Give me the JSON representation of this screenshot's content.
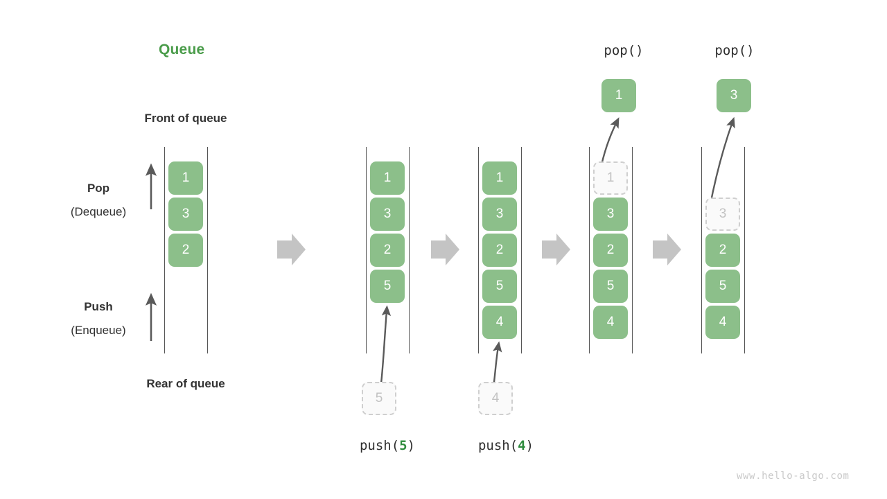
{
  "title": "Queue",
  "annotations": {
    "front": "Front of queue",
    "rear": "Rear of queue",
    "pop_label": "Pop",
    "pop_sub": "(Dequeue)",
    "push_label": "Push",
    "push_sub": "(Enqueue)"
  },
  "colors": {
    "element_green": "#8cbf8a",
    "title_green": "#4a9c4a",
    "arg_green": "#2e8b3d",
    "ghost_fill": "#fafafa",
    "ghost_border": "#cfcfcf",
    "ghost_text": "#c2c2c2",
    "rail": "#555555",
    "flow_arrow": "#c4c4c4",
    "curve_arrow": "#5a5a5a",
    "text": "#333333",
    "watermark": "#c9c9c9"
  },
  "panels": [
    {
      "id": "initial",
      "caption": "",
      "top_label": "",
      "popped": null,
      "incoming": null,
      "items": [
        {
          "value": "1",
          "state": "filled"
        },
        {
          "value": "3",
          "state": "filled"
        },
        {
          "value": "2",
          "state": "filled"
        }
      ]
    },
    {
      "id": "push5",
      "caption": "push(5)",
      "caption_op": "push",
      "caption_arg": "5",
      "top_label": "",
      "popped": null,
      "incoming": {
        "value": "5"
      },
      "items": [
        {
          "value": "1",
          "state": "filled"
        },
        {
          "value": "3",
          "state": "filled"
        },
        {
          "value": "2",
          "state": "filled"
        },
        {
          "value": "5",
          "state": "filled"
        }
      ]
    },
    {
      "id": "push4",
      "caption": "push(4)",
      "caption_op": "push",
      "caption_arg": "4",
      "top_label": "",
      "popped": null,
      "incoming": {
        "value": "4"
      },
      "items": [
        {
          "value": "1",
          "state": "filled"
        },
        {
          "value": "3",
          "state": "filled"
        },
        {
          "value": "2",
          "state": "filled"
        },
        {
          "value": "5",
          "state": "filled"
        },
        {
          "value": "4",
          "state": "filled"
        }
      ]
    },
    {
      "id": "pop1",
      "caption": "",
      "top_label": "pop()",
      "popped": {
        "value": "1"
      },
      "incoming": null,
      "items": [
        {
          "value": "1",
          "state": "ghost"
        },
        {
          "value": "3",
          "state": "filled"
        },
        {
          "value": "2",
          "state": "filled"
        },
        {
          "value": "5",
          "state": "filled"
        },
        {
          "value": "4",
          "state": "filled"
        }
      ]
    },
    {
      "id": "pop3",
      "caption": "",
      "top_label": "pop()",
      "popped": {
        "value": "3"
      },
      "incoming": null,
      "items": [
        {
          "value": "3",
          "state": "ghost"
        },
        {
          "value": "2",
          "state": "filled"
        },
        {
          "value": "5",
          "state": "filled"
        },
        {
          "value": "4",
          "state": "filled"
        }
      ]
    }
  ],
  "watermark": "www.hello-algo.com"
}
